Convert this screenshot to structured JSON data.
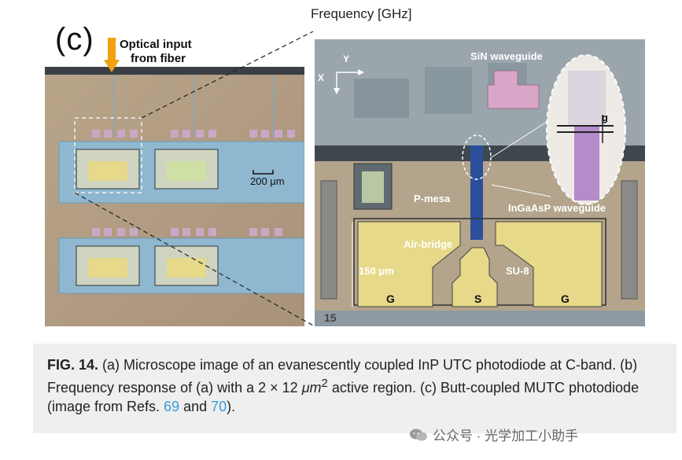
{
  "header": {
    "frequency_label": "Frequency [GHz]"
  },
  "left_panel": {
    "label": "(c)",
    "optical_input_line1": "Optical input",
    "optical_input_line2": "from fiber",
    "scale_bar": "200 μm"
  },
  "right_panel": {
    "axis_y": "Y",
    "axis_x": "X",
    "sin_waveguide": "SiN waveguide",
    "ingaasp_waveguide": "InGaAsP waveguide",
    "p_mesa": "P-mesa",
    "air_bridge": "Air-bridge",
    "su8": "SU-8",
    "dimension_150": "150 μm",
    "gap_label": "g",
    "pad_g_left": "G",
    "pad_s": "S",
    "pad_g_right": "G",
    "corner_text": "15"
  },
  "caption": {
    "fig": "FIG. 14.",
    "text_a": " (a) Microscope image of an evanescently coupled InP UTC photodiode at C-band. (b) Frequency response of (a) with a 2 × 12 ",
    "unit_um": "μm",
    "superscript": "2",
    "text_b": " active region. (c) Butt-coupled MUTC photodiode (image from Refs. ",
    "ref1": "69",
    "and": " and ",
    "ref2": "70",
    "end": ")."
  },
  "watermark": {
    "text": "公众号 · 光学加工小助手"
  },
  "colors": {
    "caption_bg": "#efefef",
    "ref_link": "#3a9ad9",
    "arrow": "#f2a20c"
  }
}
